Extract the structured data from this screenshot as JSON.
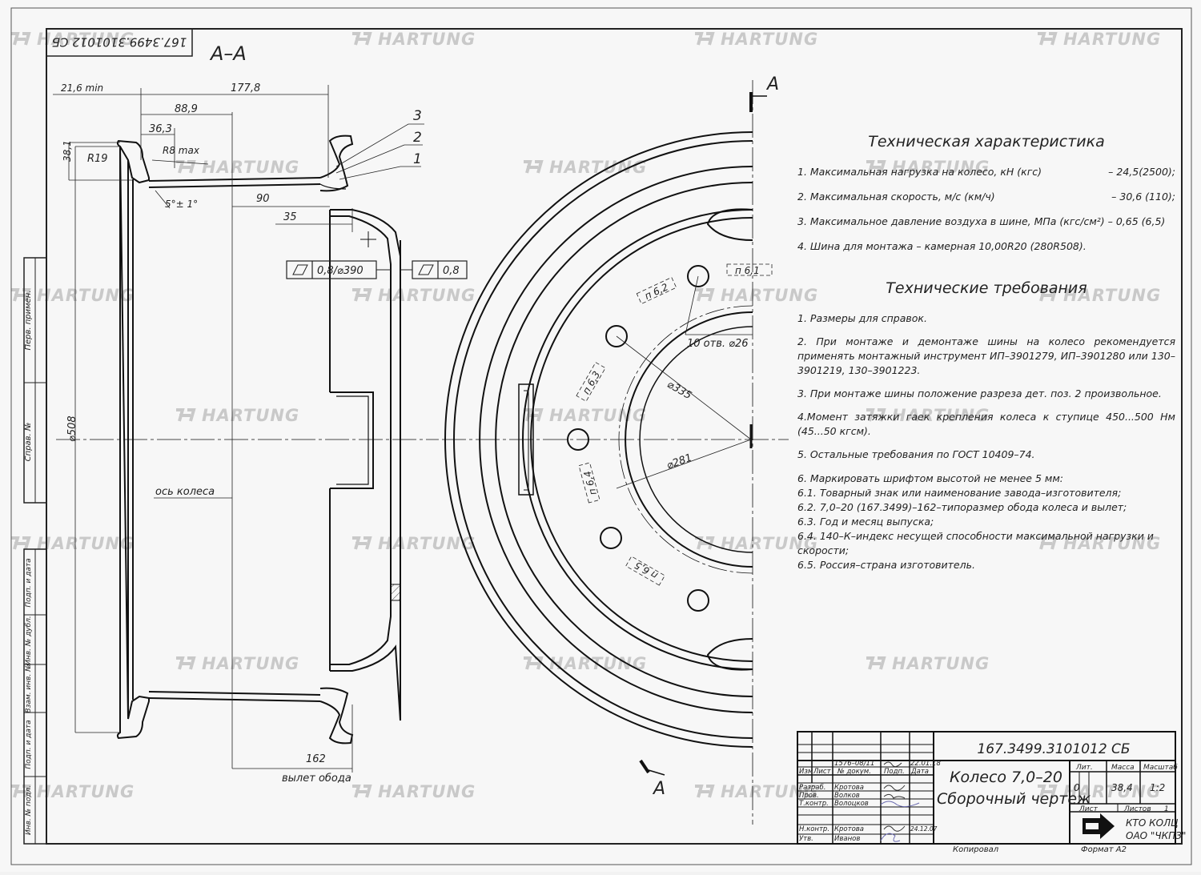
{
  "watermark": {
    "text": "HARTUNG"
  },
  "stamp": {
    "number": "167.3499.3101012 СБ"
  },
  "section": {
    "label": "А–А",
    "cut_letter": "А"
  },
  "dimensions": {
    "d_21_6": "21,6 min",
    "d_177_8": "177,8",
    "d_88_9": "88,9",
    "d_36_3": "36,3",
    "d_r8": "R8 max",
    "d_38_1": "38,1",
    "d_r19": "R19",
    "d_5deg": "5°± 1°",
    "d_90": "90",
    "d_35": "35",
    "tol1": "0,8/⌀390",
    "tol2": "0,8",
    "d_508": "⌀508",
    "axis": "ось колеса",
    "d_162": "162",
    "offset": "вылет обода",
    "pos1": "1",
    "pos2": "2",
    "pos3": "3",
    "holes": "10 отв. ⌀26",
    "d_335": "⌀335",
    "d_281": "⌀281",
    "p61": "п 6,1",
    "p62": "п 6,2",
    "p63": "п 6,3",
    "p64": "п 6,4",
    "p65": "п 6,5"
  },
  "side_labels": [
    "Перв. примен.",
    "Справ. №",
    "Подп. и дата",
    "Инв. № дубл.",
    "Взам. инв. №",
    "Подп. и дата",
    "Инв. № подл."
  ],
  "tech_characteristics": {
    "title": "Техническая характеристика",
    "items": [
      {
        "text": "1. Максимальная нагрузка на колесо, кН (кгс)",
        "value": "– 24,5(2500);"
      },
      {
        "text": "2. Максимальная скорость, м/с (км/ч)",
        "value": "– 30,6 (110);"
      },
      {
        "text": "3. Максимальное давление воздуха в шине, МПа (кгс/см²) – 0,65 (6,5)",
        "value": ""
      },
      {
        "text": "4. Шина для монтажа – камерная 10,00R20 (280R508).",
        "value": ""
      }
    ]
  },
  "tech_requirements": {
    "title": "Технические требования",
    "items": [
      "1. Размеры для справок.",
      "2. При монтаже и демонтаже шины на колесо рекомендуется применять монтажный инструмент ИП–3901279, ИП–3901280 или 130–3901219, 130–3901223.",
      "3. При монтаже шины положение разреза дет. поз. 2 произвольное.",
      "4.Момент затяжки гаек крепления колеса к ступице 450...500 Нм (45...50 кгсм).",
      "5. Остальные требования по ГОСТ 10409–74."
    ],
    "marking_title": "6. Маркировать шрифтом высотой не менее 5 мм:",
    "marking": [
      "6.1. Товарный знак или наименование завода–изготовителя;",
      "6.2. 7,0–20 (167.3499)–162–типоразмер обода колеса и вылет;",
      "6.3. Год и месяц выпуска;",
      "6.4. 140–К–индекс несущей способности максимальной нагрузки и скорости;",
      "6.5. Россия–страна изготовитель."
    ]
  },
  "title_block": {
    "doc_number": "167.3499.3101012 СБ",
    "name_line1": "Колесо 7,0–20",
    "name_line2": "Сборочный чертеж",
    "headers": {
      "izm": "Изм",
      "list": "Лист",
      "doc": "№ докум.",
      "podp": "Подп.",
      "date": "Дата",
      "lit": "Лит.",
      "mass": "Масса",
      "scale": "Масштаб",
      "sheet": "Лист",
      "sheets": "Листов"
    },
    "revision": {
      "doc": "1576–08/11",
      "date": "22.01.18"
    },
    "roles": [
      {
        "role": "Разраб.",
        "name": "Кротова"
      },
      {
        "role": "Пров.",
        "name": "Волков"
      },
      {
        "role": "Т.контр.",
        "name": "Волоцков"
      },
      {
        "role": "",
        "name": ""
      },
      {
        "role": "Н.контр.",
        "name": "Кротова"
      },
      {
        "role": "Утв.",
        "name": "Иванов"
      }
    ],
    "date_small": "24.12.07",
    "lit": "0",
    "mass": "38,4",
    "scale": "1:2",
    "sheets_count": "1",
    "org1": "КТО КОЛЦ",
    "org2": "ОАО \"ЧКПЗ\"",
    "copied": "Копировал",
    "format": "Формат  А2"
  }
}
